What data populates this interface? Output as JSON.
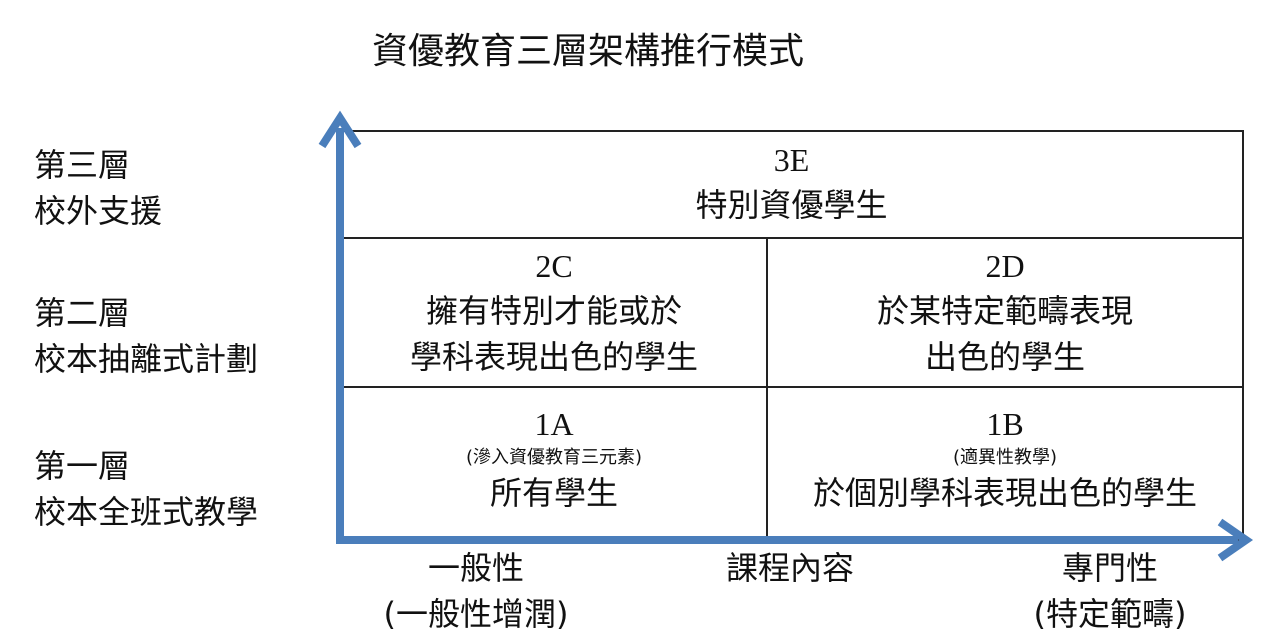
{
  "title": "資優教育三層架構推行模式",
  "levels": [
    {
      "name": "第三層",
      "desc": "校外支援"
    },
    {
      "name": "第二層",
      "desc": "校本抽離式計劃"
    },
    {
      "name": "第一層",
      "desc": "校本全班式教學"
    }
  ],
  "cells": {
    "c3E": {
      "code": "3E",
      "desc": "特別資優學生"
    },
    "c2C": {
      "code": "2C",
      "line1": "擁有特別才能或於",
      "line2": "學科表現出色的學生"
    },
    "c2D": {
      "code": "2D",
      "line1": "於某特定範疇表現",
      "line2": "出色的學生"
    },
    "c1A": {
      "code": "1A",
      "note": "(滲入資優教育三元素)",
      "desc": "所有學生"
    },
    "c1B": {
      "code": "1B",
      "note": "(適異性教學)",
      "desc": "於個別學科表現出色的學生"
    }
  },
  "x_axis": {
    "title": "課程內容",
    "left_label": "一般性",
    "left_sub": "(一般性增潤)",
    "right_label": "專門性",
    "right_sub": "(特定範疇)"
  },
  "colors": {
    "axis": "#4a7ebb",
    "grid": "#222222"
  }
}
